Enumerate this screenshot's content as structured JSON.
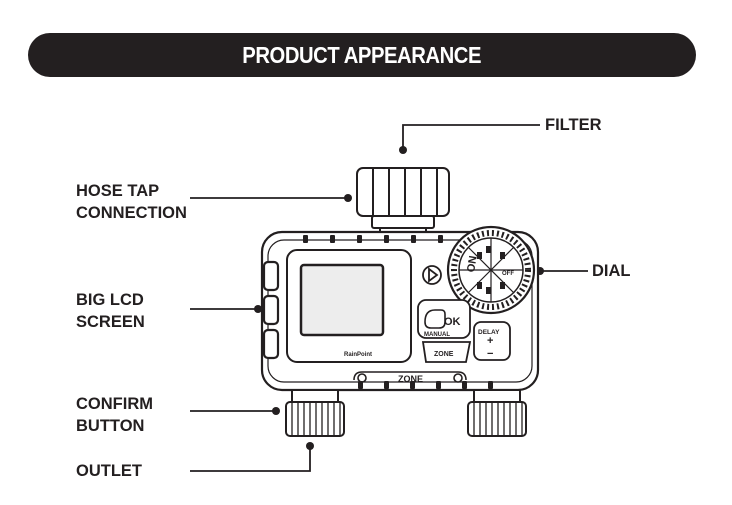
{
  "title": "PRODUCT APPEARANCE",
  "labels": {
    "filter": "FILTER",
    "hose_tap": [
      "HOSE TAP",
      "CONNECTION"
    ],
    "dial": "DIAL",
    "lcd": [
      "BIG LCD",
      "SCREEN"
    ],
    "confirm": [
      "CONFIRM",
      "BUTTON"
    ],
    "outlet": "OUTLET"
  },
  "device_text": {
    "dial_on": "ON",
    "dial_off": "OFF",
    "ok": "OK",
    "manual": "MANUAL",
    "delay": "DELAY",
    "plus": "+",
    "minus": "−",
    "zone": "ZONE",
    "brand": "RainPoint",
    "bottom_zone": "ZONE"
  },
  "colors": {
    "ink": "#231f20",
    "banner": "#231f20",
    "banner_text": "#ffffff"
  }
}
